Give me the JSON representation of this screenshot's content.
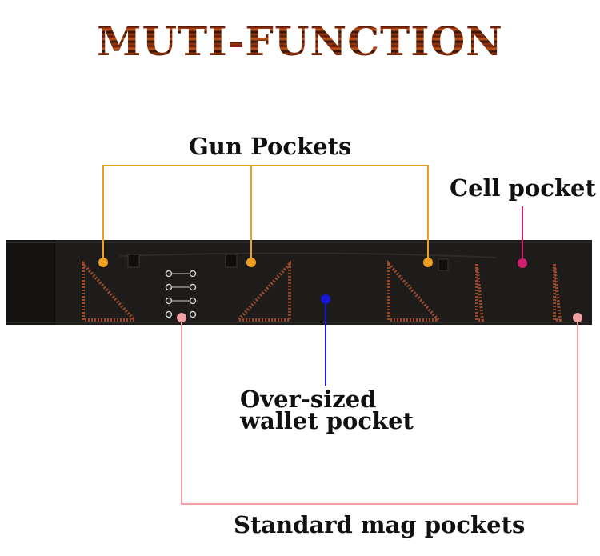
{
  "title": "MUTI-FUNCTION",
  "labels": {
    "gun_pockets": "Gun Pockets",
    "cell_pocket": "Cell pocket",
    "wallet_line1": "Over-sized",
    "wallet_line2": "wallet pocket",
    "mag_pockets": "Standard mag pockets"
  },
  "colors": {
    "gun": "#f0a020",
    "cell": "#d01e6e",
    "wallet": "#1717d6",
    "mag": "#f0a0a0",
    "belt": "#1c1a18",
    "stitch": "#9a4a2c"
  }
}
